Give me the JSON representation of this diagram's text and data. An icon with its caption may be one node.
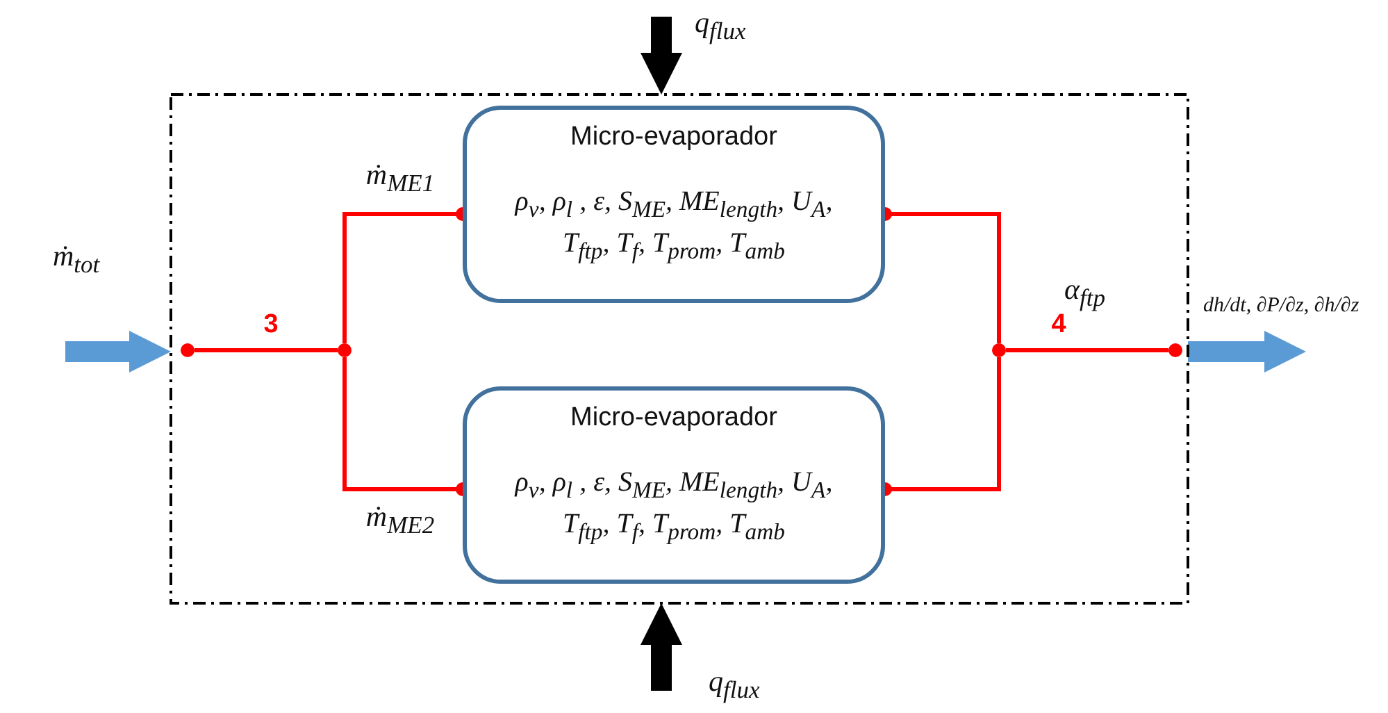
{
  "diagram": {
    "nodes": [
      {
        "text": [],
        "shape": "box"
      },
      {
        "text": [
          "Micro-evaporador",
          "ρ$_{v}$, ρ$_{l}$ , ε, S$_{ME}$, ME$_{length}$, U$_{A}$, T$_{ftp}$, T$_{f}$, T$_{prom}$, T$_{amb}$"
        ],
        "in": 0
      },
      {
        "text": [
          "Micro-evaporador",
          "ρ$_{v}$, ρ$_{l}$ , ε, S$_{ME}$, ME$_{length}$, U$_{A}$, T$_{ftp}$, T$_{f}$, T$_{prom}$, T$_{amb}$"
        ],
        "in": 0
      },
      {
        "text": [],
        "shape": "circle",
        "in": 0
      },
      {
        "text": [],
        "shape": "circle",
        "in": 0
      },
      {
        "text": [],
        "shape": "circle",
        "in": 0
      },
      {
        "text": [],
        "shape": "circle",
        "in": 0
      }
    ],
    "edges": [
      {
        "from": 3,
        "to": 4,
        "arrow": "none",
        "label": "3"
      },
      {
        "from": 4,
        "to": 1,
        "arrow": "other",
        "label": "ṁ$_{ME1}$"
      },
      {
        "from": 4,
        "to": 2,
        "arrow": "other",
        "label": "ṁ$_{ME2}$"
      },
      {
        "from": 1,
        "to": 5,
        "arrow": "other"
      },
      {
        "from": 2,
        "to": 5,
        "arrow": "other"
      },
      {
        "from": 5,
        "to": 6,
        "arrow": "none",
        "label": "4"
      },
      {
        "from": null,
        "to": 0,
        "arrow": "to",
        "style": "thick",
        "color": "#5b9bd5"
      },
      {
        "from": 0,
        "to": null,
        "arrow": "to",
        "style": "thick",
        "color": "#5b9bd5"
      },
      {
        "from": null,
        "to": 0,
        "arrow": "to",
        "style": "thick",
        "color": "#000000"
      },
      {
        "from": null,
        "to": 0,
        "arrow": "to",
        "style": "thick",
        "color": "#000000"
      }
    ],
    "labels": [
      "q$_{flux}$",
      "ṁ$_{tot}$",
      "α$_{ftp}$",
      "dh/dt, ∂P/∂z, ∂h/∂z",
      "q$_{flux}$"
    ]
  }
}
